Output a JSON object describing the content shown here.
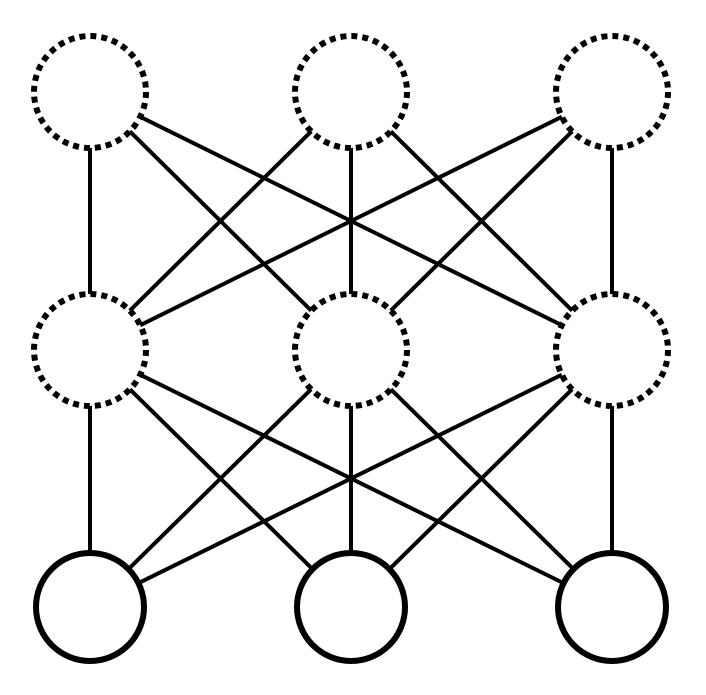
{
  "diagram": {
    "colors": {
      "background": "#ffffff",
      "stroke": "#000000"
    },
    "layers": [
      {
        "name": "top",
        "style": "dashed",
        "node_count": 3
      },
      {
        "name": "middle",
        "style": "dashed",
        "node_count": 3
      },
      {
        "name": "bottom",
        "style": "solid",
        "node_count": 3
      }
    ],
    "connections": [
      {
        "from_layer": 0,
        "to_layer": 1,
        "pattern": "fully-connected"
      },
      {
        "from_layer": 1,
        "to_layer": 2,
        "pattern": "fully-connected"
      }
    ]
  }
}
